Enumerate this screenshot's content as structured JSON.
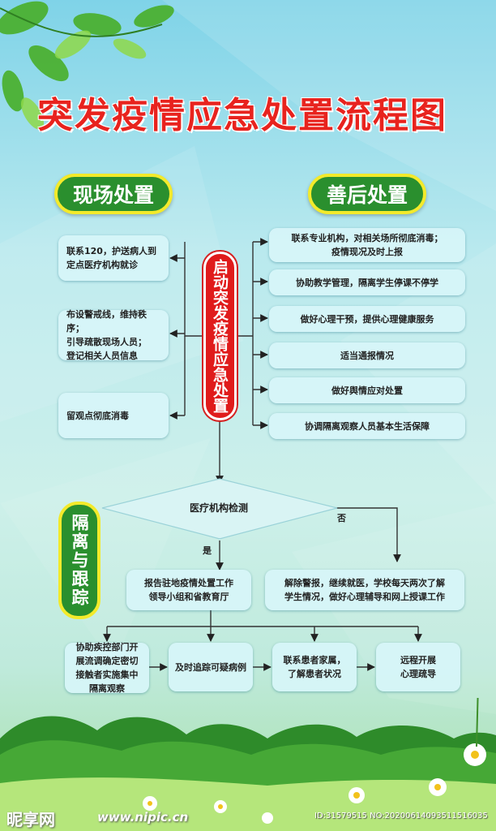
{
  "title": "突发疫情应急处置流程图",
  "left_header": "现场处置",
  "right_header": "善后处置",
  "center_label": "启动突发疫情应急处置",
  "left_boxes": [
    [
      "联系120，护送病人到",
      "定点医疗机构就诊"
    ],
    [
      "布设警戒线，维持秩序；",
      "引导疏散现场人员；",
      "登记相关人员信息"
    ],
    [
      "留观点彻底消毒"
    ]
  ],
  "right_boxes": [
    [
      "联系专业机构，对相关场所彻底消毒；",
      "疫情现况及时上报"
    ],
    [
      "协助教学管理，隔离学生停课不停学"
    ],
    [
      "做好心理干预，提供心理健康服务"
    ],
    [
      "适当通报情况"
    ],
    [
      "做好舆情应对处置"
    ],
    [
      "协调隔离观察人员基本生活保障"
    ]
  ],
  "isolation_label": "隔离与跟踪",
  "decision_label": "医疗机构检测",
  "yes_label": "是",
  "no_label": "否",
  "yes_box": [
    "报告驻地疫情处置工作",
    "领导小组和省教育厅"
  ],
  "no_box": [
    "解除警报，继续就医，学校每天两次了解",
    "学生情况，做好心理辅导和网上授课工作"
  ],
  "bottom_boxes": [
    [
      "协助疾控部门开",
      "展流调确定密切",
      "接触者实施集中",
      "隔离观察"
    ],
    [
      "及时追踪可疑病例"
    ],
    [
      "联系患者家属，",
      "了解患者状况"
    ],
    [
      "远程开展",
      "心理疏导"
    ]
  ],
  "watermark": {
    "brand": "昵享网",
    "url": "www.nipic.cn",
    "id": "ID:31579515 NO:20200614093511516035"
  },
  "colors": {
    "title_red": "#e8231e",
    "pill_green": "#2a8f2e",
    "pill_border_yellow": "#f3ea2b",
    "center_red": "#e01b1b",
    "box_fill": "#d7f5f8"
  }
}
